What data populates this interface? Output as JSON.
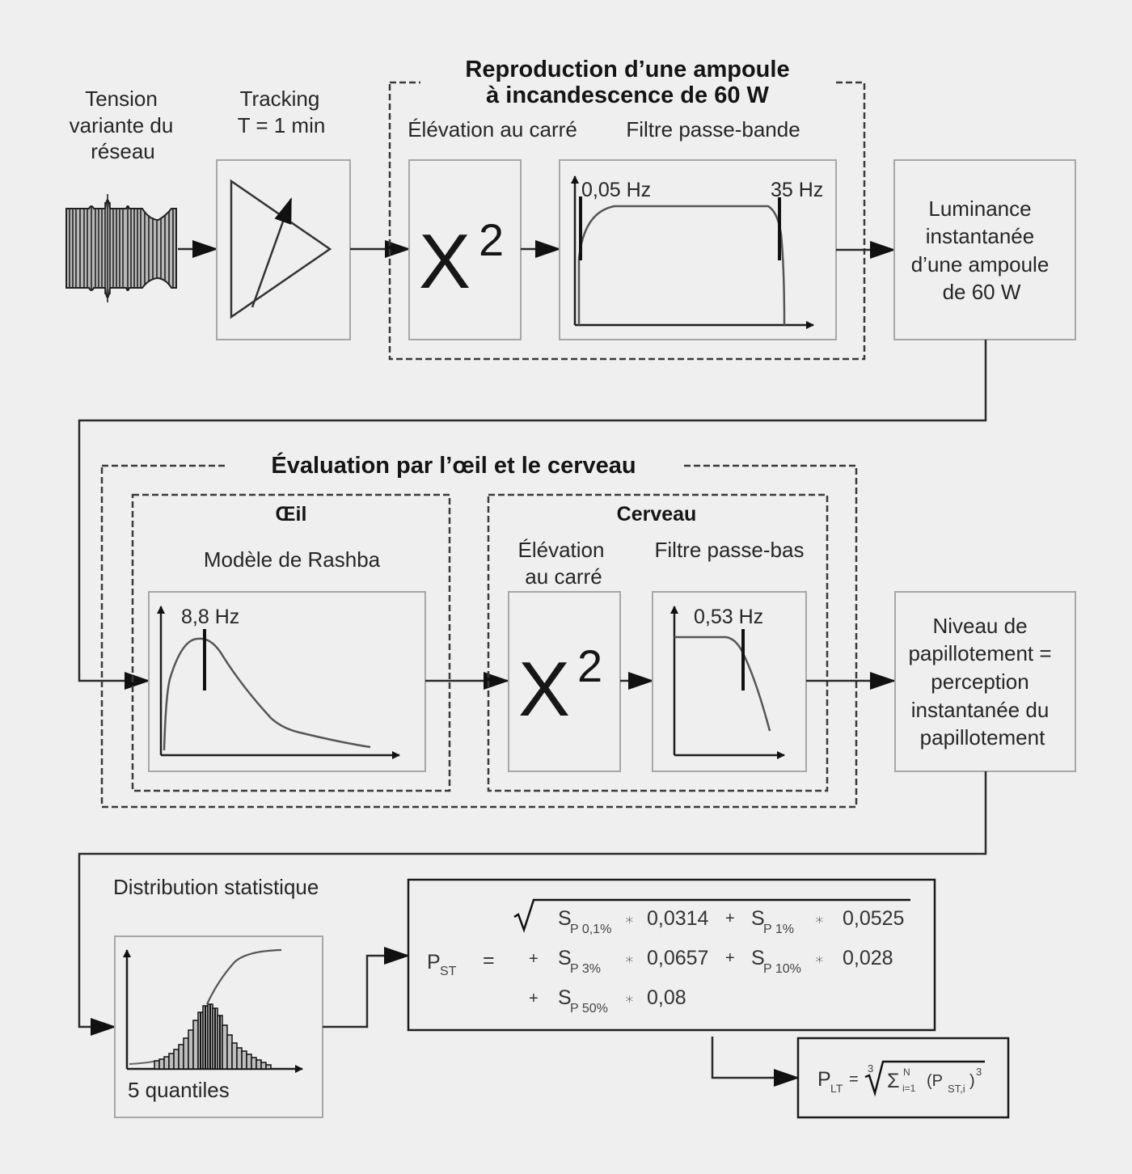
{
  "input": {
    "label_lines": [
      "Tension",
      "variante du",
      "réseau"
    ]
  },
  "tracking": {
    "label_lines": [
      "Tracking",
      "T = 1 min"
    ]
  },
  "lamp_group": {
    "title_lines": [
      "Reproduction d’une ampoule",
      "à incandescence de 60 W"
    ],
    "squaring_label": "Élévation au carré",
    "squaring_symbol": "X",
    "squaring_exponent": "2",
    "bandpass_label": "Filtre passe-bande",
    "bandpass_low": "0,05 Hz",
    "bandpass_high": "35 Hz"
  },
  "luminance": {
    "label_lines": [
      "Luminance",
      "instantanée",
      "d’une ampoule",
      "de 60 W"
    ]
  },
  "eye_brain_group": {
    "title": "Évaluation par l’œil et le cerveau",
    "eye": {
      "title": "Œil",
      "model_label": "Modèle de Rashba",
      "peak": "8,8 Hz"
    },
    "brain": {
      "title": "Cerveau",
      "squaring_label_lines": [
        "Élévation",
        "au carré"
      ],
      "squaring_symbol": "X",
      "squaring_exponent": "2",
      "lowpass_label": "Filtre passe-bas",
      "lowpass_cutoff": "0,53 Hz"
    }
  },
  "flicker_level": {
    "label_lines": [
      "Niveau de",
      "papillotement =",
      "perception",
      "instantanée du",
      "papillotement"
    ]
  },
  "statistics": {
    "title": "Distribution statistique",
    "caption": "5 quantiles"
  },
  "pst_formula": {
    "lhs": "P",
    "lhs_sub": "ST",
    "equals": "=",
    "terms": [
      {
        "op": "",
        "s": "S",
        "sub": "P 0,1%",
        "coef": "0,0314"
      },
      {
        "op": "+",
        "s": "S",
        "sub": "P 1%",
        "coef": "0,0525"
      },
      {
        "op": "+",
        "s": "S",
        "sub": "P 3%",
        "coef": "0,0657"
      },
      {
        "op": "+",
        "s": "S",
        "sub": "P 10%",
        "coef": "0,028"
      },
      {
        "op": "+",
        "s": "S",
        "sub": "P 50%",
        "coef": "0,08"
      }
    ],
    "times": "∗"
  },
  "plt_formula": {
    "lhs": "P",
    "lhs_sub": "LT",
    "equals": "=",
    "root_index": "3",
    "sigma": "Σ",
    "sigma_top": "N",
    "sigma_bottom": "i=1",
    "body": "(P",
    "body_sub": "ST,i",
    "body_close": ")",
    "power": "3"
  }
}
